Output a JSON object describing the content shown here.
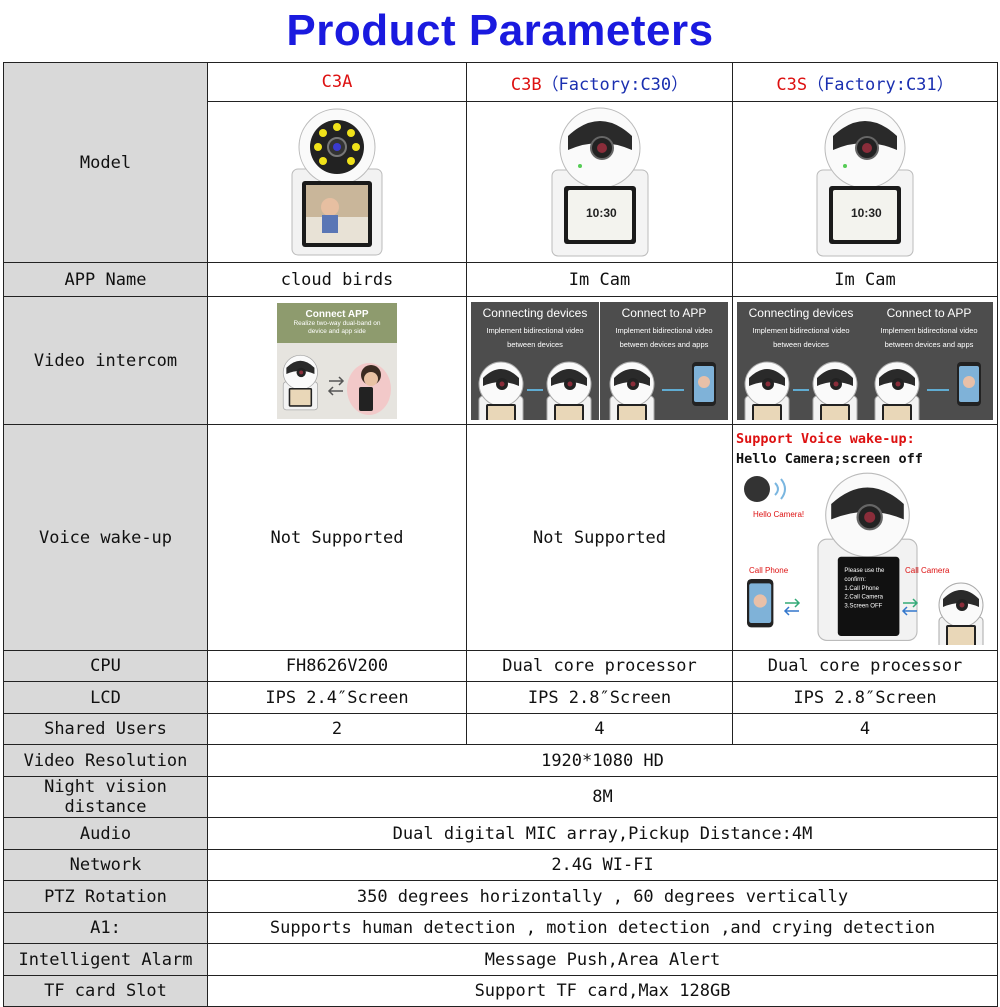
{
  "title": "Product Parameters",
  "models": [
    {
      "name": "C3A",
      "factory": ""
    },
    {
      "name": "C3B",
      "factory": "（Factory:C30）"
    },
    {
      "name": "C3S",
      "factory": "（Factory:C31）"
    }
  ],
  "rows": {
    "model": "Model",
    "app_name": {
      "label": "APP Name",
      "values": [
        "cloud birds",
        "Im Cam",
        "Im Cam"
      ]
    },
    "video_intercom": {
      "label": "Video intercom",
      "c3a_panel": {
        "title": "Connect APP",
        "desc": "Realize two-way dual-band on device and app side"
      },
      "panels": [
        {
          "title": "Connecting devices",
          "desc": "Implement bidirectional video between devices"
        },
        {
          "title": "Connect to APP",
          "desc": "Implement bidirectional video between devices and apps"
        }
      ]
    },
    "voice_wakeup": {
      "label": "Voice wake-up",
      "values": [
        "Not Supported",
        "Not Supported"
      ],
      "c3s_support": "Support Voice wake-up:",
      "c3s_example": "Hello Camera;screen off",
      "c3s_bubble": "Hello Camera!",
      "c3s_call_phone": "Call Phone",
      "c3s_call_camera": "Call Camera",
      "c3s_screen_lines": [
        "Please use the",
        "confirm:",
        "1.Call Phone",
        "2.Call Camera",
        "3.Screen OFF"
      ]
    },
    "cpu": {
      "label": "CPU",
      "values": [
        "FH8626V200",
        "Dual core processor",
        "Dual core processor"
      ]
    },
    "lcd": {
      "label": "LCD",
      "values": [
        "IPS 2.4″Screen",
        "IPS 2.8″Screen",
        "IPS 2.8″Screen"
      ]
    },
    "shared_users": {
      "label": "Shared Users",
      "values": [
        "2",
        "4",
        "4"
      ]
    },
    "video_resolution": {
      "label": "Video Resolution",
      "value": "1920*1080 HD"
    },
    "night_vision": {
      "label": "Night vision distance",
      "value": "8M"
    },
    "audio": {
      "label": "Audio",
      "value": "Dual digital MIC array,Pickup Distance:4M"
    },
    "network": {
      "label": "Network",
      "value": "2.4G WI-FI"
    },
    "ptz": {
      "label": "PTZ Rotation",
      "value": "350 degrees horizontally , 60 degrees vertically"
    },
    "ai": {
      "label": "A1:",
      "value": "Supports human detection , motion detection ,and crying detection"
    },
    "alarm": {
      "label": "Intelligent Alarm",
      "value": "Message Push,Area Alert"
    },
    "tf": {
      "label": "TF card Slot",
      "value": "Support TF card,Max 128GB"
    }
  },
  "screen_time": "10:30",
  "colors": {
    "title": "#1a1adf",
    "model_name": "#dd1111",
    "factory": "#1a2fb0",
    "label_bg": "#d9d9d9"
  }
}
